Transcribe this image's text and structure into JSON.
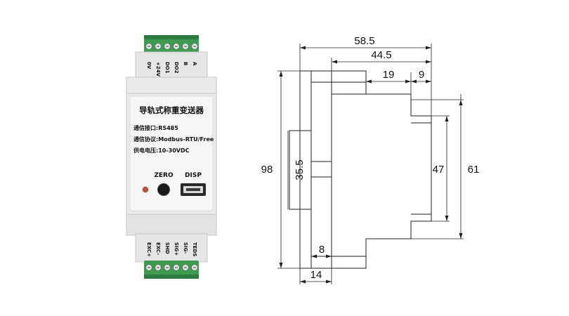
{
  "device": {
    "title": "导轨式称重变送器",
    "specs": [
      "通信接口:RS485",
      "通信协议:Modbus-RTU/Free",
      "供电电压:10-30VDC"
    ],
    "buttons": {
      "zero": "ZERO",
      "disp": "DISP"
    },
    "top_terminals": [
      "0V",
      "+24V",
      "DO1",
      "DO2",
      "B",
      "A"
    ],
    "bottom_terminals": [
      "EXC+",
      "EXC-",
      "SHD",
      "SIG+",
      "SIG-",
      "TEDS"
    ],
    "colors": {
      "housing": "#ebebeb",
      "label_panel": "#f6f6f6",
      "terminal_green": "#3f9a52",
      "terminal_dark_green": "#2c7a3f",
      "led": "#b9543f"
    }
  },
  "drawing": {
    "dimensions": {
      "total_width": "58.5",
      "body_width": "44.5",
      "step_a": "19",
      "step_b": "9",
      "total_height": "98",
      "rail_height": "35.5",
      "inner_height": "47",
      "outer_height": "61",
      "bottom_small": "8",
      "bottom_width": "14"
    }
  }
}
